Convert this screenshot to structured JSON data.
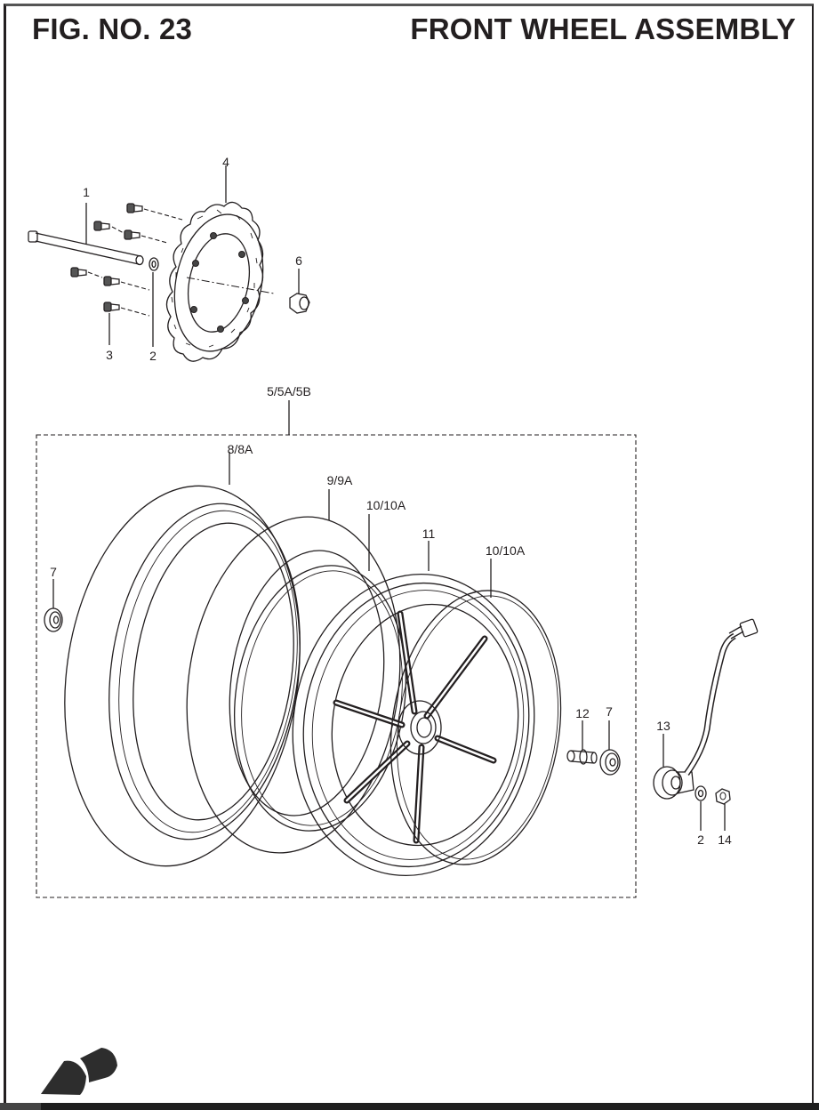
{
  "header": {
    "figure_number": "FIG. NO. 23",
    "title": "FRONT WHEEL ASSEMBLY"
  },
  "callouts": {
    "axle": "1",
    "washer_top": "2",
    "bolt": "3",
    "brake_disc": "4",
    "nut_disc": "6",
    "assembly": "5/5A/5B",
    "tire": "8/8A",
    "tube": "9/9A",
    "rim_band_left": "10/10A",
    "wheel": "11",
    "rim_band_right": "10/10A",
    "bearing_left": "7",
    "collar": "12",
    "bearing_right": "7",
    "speed_sensor": "13",
    "washer_bottom": "2",
    "nut_bottom": "14"
  },
  "icons": {
    "logo": "arrowhead-logo"
  },
  "colors": {
    "ink": "#231f20",
    "paper": "#ffffff"
  }
}
